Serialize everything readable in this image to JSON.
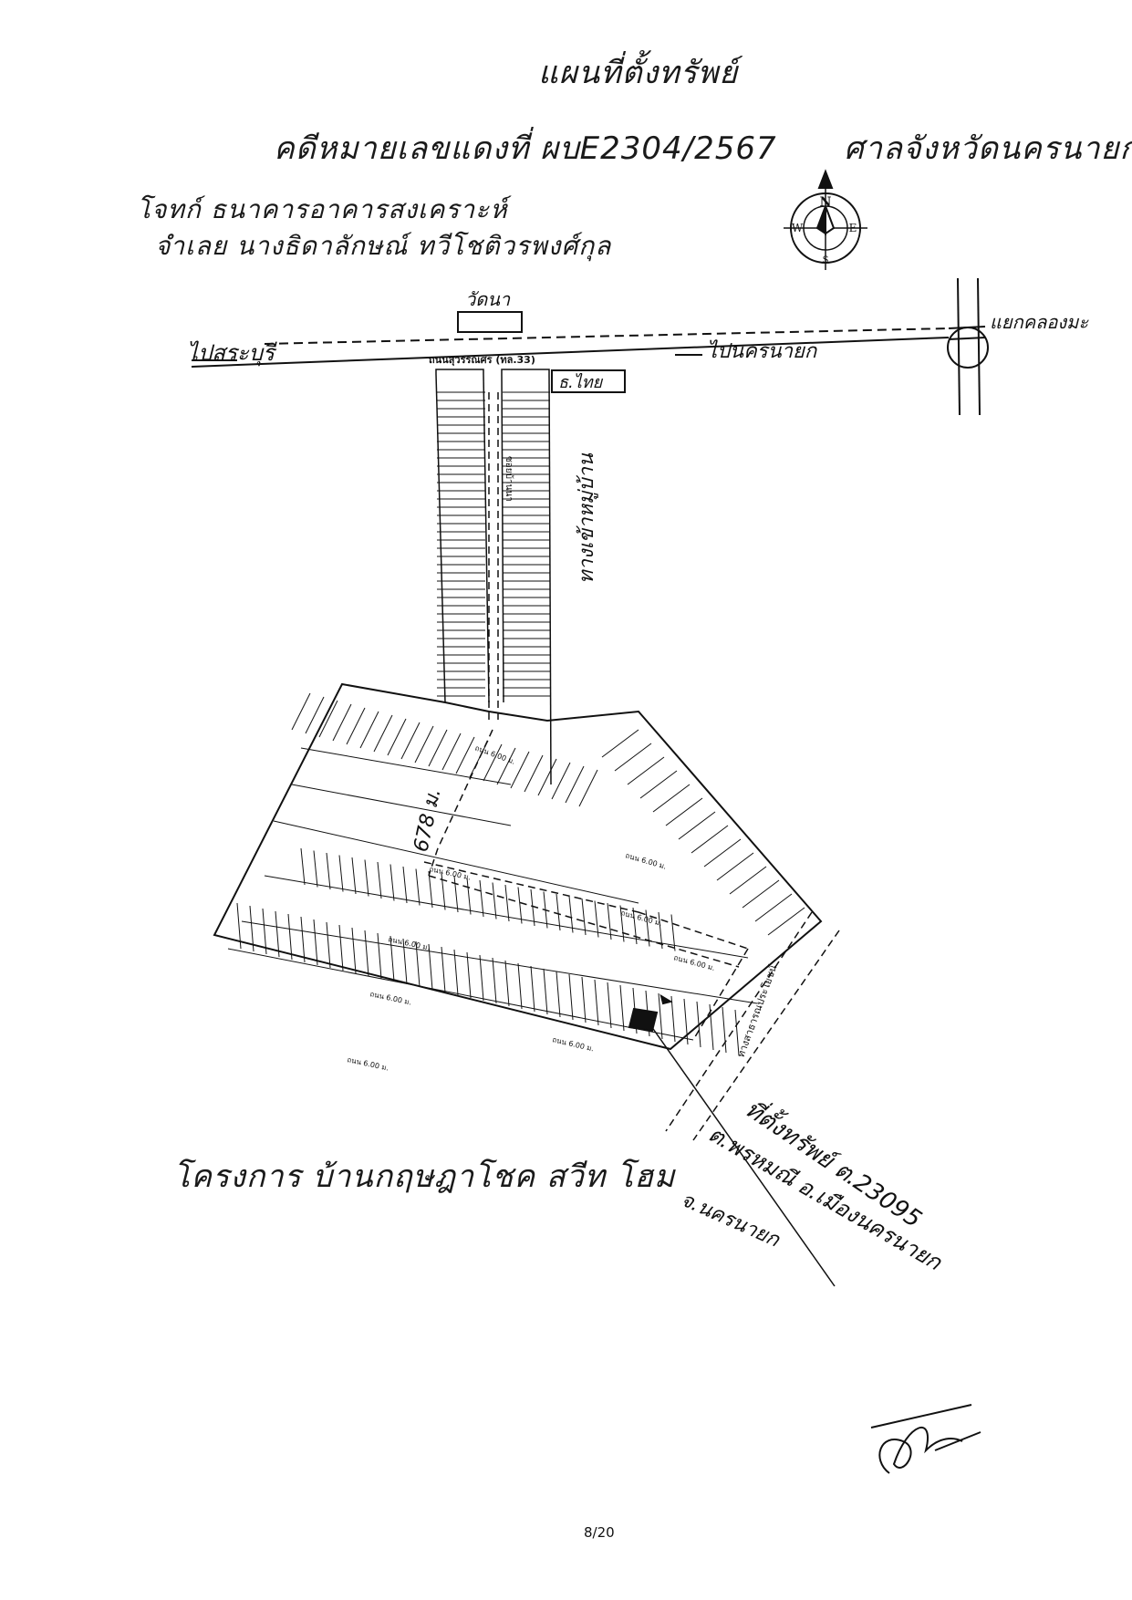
{
  "header": {
    "title": "แผนที่ตั้งทรัพย์",
    "case_no": "คดีหมายเลขแดงที่ ผบE2304/2567",
    "court": "ศาลจังหวัดนครนายก",
    "plaintiff": "โจทก์ ธนาคารอาคารสงเคราะห์",
    "defendant": "จำเลย นางธิดาลักษณ์ ทวีโชติวรพงศ์กุล"
  },
  "map": {
    "main_road": "ถนนสุวรรณศร (ทล.33)",
    "to_west": "ไปสระบุรี",
    "to_east": "ไปนครนายก",
    "junction": "แยกคลองมะ",
    "temple": "วัดนา",
    "bank_sign": "ธ.ไทย",
    "entrance_road": "ซอยบ้านนา",
    "distance": "678 ม.",
    "side_road": "ทางสาธารณประโยชน์",
    "inner_road_labels": [
      "ถนน 6.00 ม.",
      "ถนน 6.00 ม.",
      "ถนน 6.00 ม.",
      "ถนน 6.00 ม.",
      "ถนน 6.00 ม.",
      "ถนน 6.00 ม.",
      "ถนน 6.00 ม.",
      "ถนน 6.00 ม.",
      "ถนน 6.00 ม."
    ],
    "compass": {
      "n": "N",
      "s": "S",
      "e": "E",
      "w": "W"
    }
  },
  "annotations": {
    "project": "โครงการ บ้านกฤษฎาโชค สวีท โฮม",
    "location_line1": "ที่ตั้งทรัพย์ ต.23095",
    "location_line2": "ต.พรหมณี อ.เมืองนครนายก",
    "location_line3": "จ.นครนายก",
    "vertical_note": "ทางเข้าหมู่บ้าน"
  },
  "footer": {
    "page": "8/20"
  }
}
